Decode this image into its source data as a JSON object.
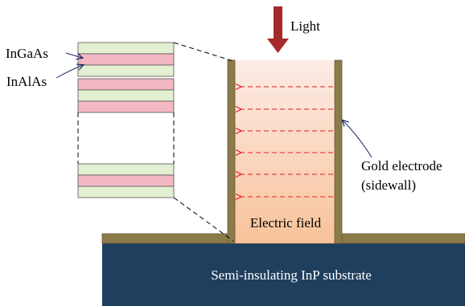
{
  "labels": {
    "light": "Light",
    "ingaas": "InGaAs",
    "inalas": "InAlAs",
    "gold_electrode_line1": "Gold electrode",
    "gold_electrode_line2": "(sidewall)",
    "electric_field": "Electric field",
    "substrate": "Semi-insulating InP substrate"
  },
  "colors": {
    "substrate": "#1f3f5f",
    "gold": "#8b7a4a",
    "ingaas_layer": "#e2efd0",
    "inalas_layer": "#f4b8c4",
    "field_arrow": "#e02020",
    "light_arrow": "#a52a2a",
    "pointer": "#1a2a6c",
    "column_top": "#fde9e2",
    "column_bottom": "#f8c9a0"
  }
}
